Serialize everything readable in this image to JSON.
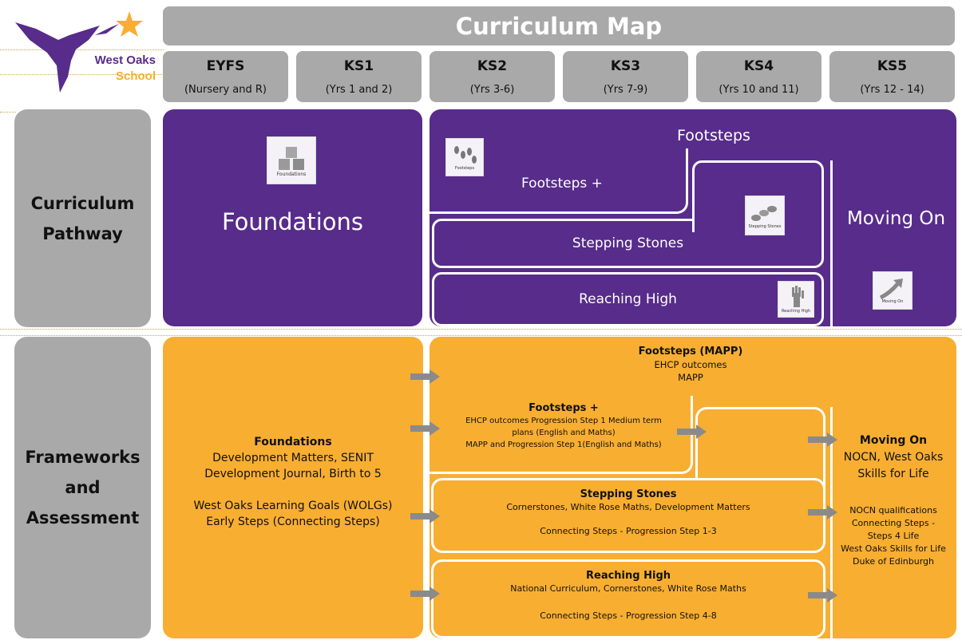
{
  "logo": {
    "line1": "West Oaks",
    "line2": "School",
    "colors": {
      "bird": "#572c8a",
      "star": "#f8ae31",
      "text_line1": "#572c8a",
      "text_line2": "#f8ae31"
    }
  },
  "title": "Curriculum Map",
  "key_stages": [
    {
      "name": "EYFS",
      "years": "(Nursery and R)"
    },
    {
      "name": "KS1",
      "years": "(Yrs 1 and 2)"
    },
    {
      "name": "KS2",
      "years": "(Yrs 3-6)"
    },
    {
      "name": "KS3",
      "years": "(Yrs 7-9)"
    },
    {
      "name": "KS4",
      "years": "(Yrs 10 and 11)"
    },
    {
      "name": "KS5",
      "years": "(Yrs 12 - 14)"
    }
  ],
  "rows": {
    "pathway_label": "Curriculum Pathway",
    "frameworks_label": "Frameworks and Assessment"
  },
  "pathways": {
    "foundations": {
      "label": "Foundations",
      "icon_caption": "Foundations",
      "icon": "blocks-icon"
    },
    "footsteps": {
      "label": "Footsteps",
      "icon_caption": "Footsteps",
      "icon": "footprints-icon"
    },
    "footsteps_plus": {
      "label": "Footsteps +"
    },
    "stepping_stones": {
      "label": "Stepping Stones",
      "icon_caption": "Stepping Stones",
      "icon": "stones-icon"
    },
    "reaching_high": {
      "label": "Reaching High",
      "icon_caption": "Reaching High",
      "icon": "hand-icon"
    },
    "moving_on": {
      "label": "Moving On",
      "icon_caption": "Moving On",
      "icon": "arrow-up-icon"
    }
  },
  "frameworks": {
    "foundations": {
      "title": "Foundations",
      "lines": [
        "Development Matters, SENIT",
        "Development Journal, Birth to 5",
        "",
        "West Oaks Learning Goals (WOLGs)",
        "Early Steps (Connecting Steps)"
      ]
    },
    "footsteps_mapp": {
      "title": "Footsteps (MAPP)",
      "lines": [
        "EHCP outcomes",
        "MAPP"
      ]
    },
    "footsteps_plus": {
      "title": "Footsteps +",
      "lines": [
        "EHCP outcomes Progression Step 1 Medium term",
        "plans (English and Maths)",
        "MAPP and Progression Step 1(English and Maths)"
      ]
    },
    "stepping_stones": {
      "title": "Stepping Stones",
      "lines": [
        "Cornerstones, White Rose Maths, Development Matters",
        "",
        "Connecting Steps - Progression Step 1-3"
      ]
    },
    "reaching_high": {
      "title": "Reaching High",
      "lines": [
        "National Curriculum, Cornerstones, White Rose Maths",
        "",
        "Connecting Steps - Progression Step 4-8"
      ]
    },
    "moving_on": {
      "title": "Moving On",
      "lines_large": [
        "NOCN, West Oaks",
        "Skills for Life"
      ],
      "lines_small": [
        "NOCN qualifications",
        "Connecting Steps -",
        "Steps 4 Life",
        "West Oaks Skills for Life",
        "Duke of Edinburgh"
      ]
    }
  },
  "colors": {
    "purple": "#572c8a",
    "orange": "#f8ae31",
    "grey": "#a9a9a9",
    "arrow": "#8a8a8a"
  }
}
